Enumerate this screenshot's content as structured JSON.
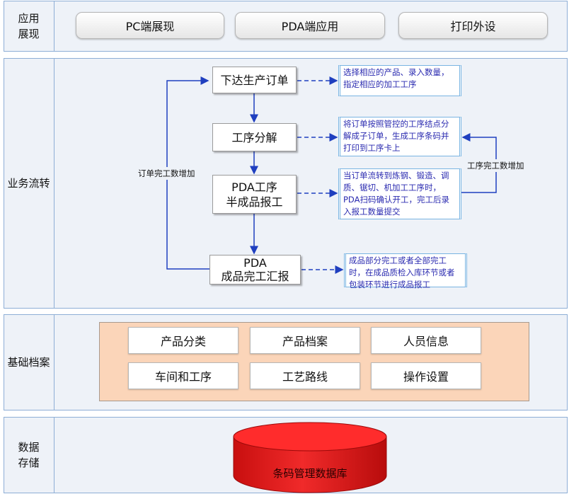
{
  "layers": {
    "presentation": {
      "label": "应用\n展现",
      "buttons": [
        "PC端展现",
        "PDA端应用",
        "打印外设"
      ]
    },
    "business": {
      "label": "业务流转",
      "steps": [
        "下达生产订单",
        "工序分解",
        "PDA工序\n半成品报工",
        "PDA\n成品完工汇报"
      ],
      "notes": [
        "选择相应的产品、录入数量，指定相应的加工工序",
        "将订单按照管控的工序结点分解成子订单，生成工序条码并打印到工序卡上",
        "当订单流转到炼钢、锻造、调质、锯切、机加工工序时，PDA扫码确认开工，完工后录入报工数量提交",
        "成品部分完工或者全部完工时，在成品质检入库环节或者包装环节进行成品报工"
      ],
      "loop_left_label": "订单完工数增加",
      "loop_right_label": "工序完工数增加"
    },
    "master_data": {
      "label": "基础档案",
      "items": [
        "产品分类",
        "产品档案",
        "人员信息",
        "车间和工序",
        "工艺路线",
        "操作设置"
      ]
    },
    "storage": {
      "label": "数据\n存储",
      "database": "条码管理数据库"
    }
  },
  "colors": {
    "panel_bg": "#eef2f8",
    "panel_border": "#8eaed6",
    "arrow": "#1f3fbf",
    "note_text": "#2b2bb0",
    "archive_bg": "#fbd5b9",
    "database_red": "#e81c1c"
  }
}
